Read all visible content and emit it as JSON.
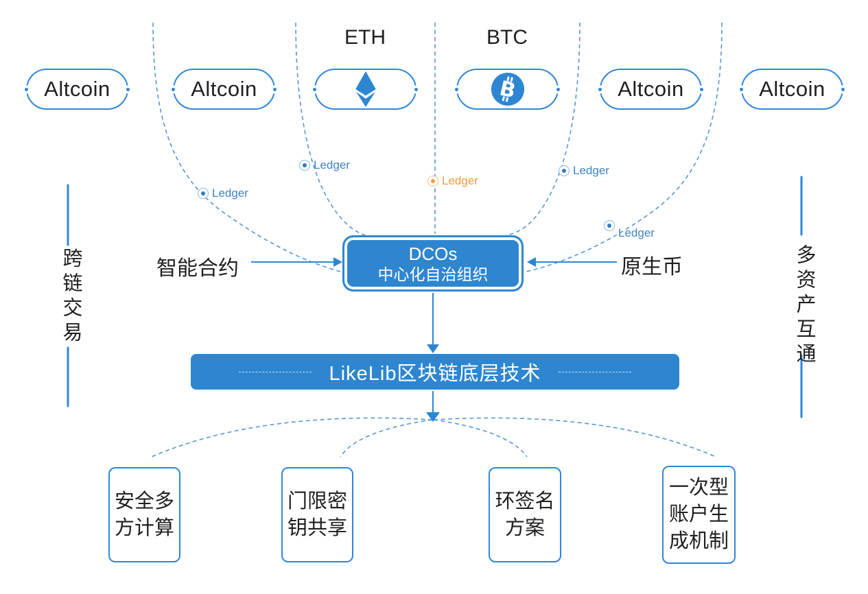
{
  "palette": {
    "main_blue": "#2E86D1",
    "pill_border_blue": "#2e86d8",
    "dashed_curve_blue": "#5596D6",
    "ledger_blue": "#3d84c4",
    "ledger_orange": "#f29b38",
    "text_dark": "#1f1f1f",
    "box_text_white": "#ffffff"
  },
  "top_row": {
    "coins": [
      {
        "label": "Altcoin",
        "icon": null
      },
      {
        "label": "Altcoin",
        "icon": null
      },
      {
        "label": "",
        "icon": "eth",
        "caption": "ETH"
      },
      {
        "label": "",
        "icon": "btc",
        "caption": "BTC"
      },
      {
        "label": "Altcoin",
        "icon": null
      },
      {
        "label": "Altcoin",
        "icon": null
      }
    ]
  },
  "ledgers": [
    {
      "label": "Ledger",
      "color": "blue"
    },
    {
      "label": "Ledger",
      "color": "blue"
    },
    {
      "label": "Ledger",
      "color": "orange"
    },
    {
      "label": "Ledger",
      "color": "blue"
    },
    {
      "label": "Ledger",
      "color": "blue"
    }
  ],
  "center": {
    "dco_title": "DCOs",
    "dco_subtitle": "中心化自治组织",
    "left_input": "智能合约",
    "right_input": "原生币"
  },
  "side_labels": {
    "left": "跨链交易",
    "right": "多资产互通"
  },
  "platform_bar": {
    "label": "LikeLib区块链底层技术"
  },
  "bottom_boxes": [
    {
      "lines": [
        "安全多",
        "方计算"
      ]
    },
    {
      "lines": [
        "门限密",
        "钥共享"
      ]
    },
    {
      "lines": [
        "环签名",
        "方案"
      ]
    },
    {
      "lines": [
        "一次型",
        "账户生",
        "成机制"
      ]
    }
  ]
}
